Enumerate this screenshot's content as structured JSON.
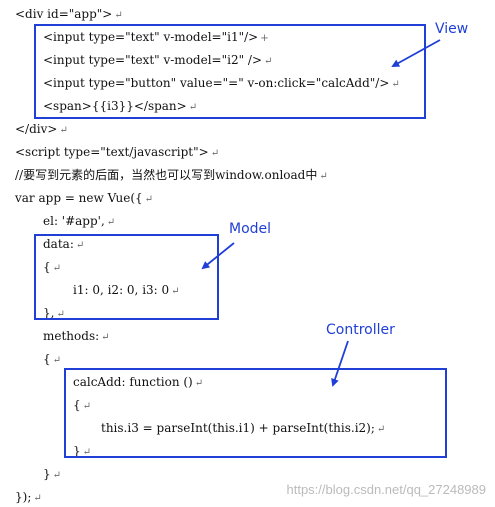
{
  "code_lines": [
    "<div id=\"app\">",
    "<input type=\"text\" v-model=\"i1\"/>",
    "<input type=\"text\" v-model=\"i2\" />",
    "<input type=\"button\" value=\"=\" v-on:click=\"calcAdd\"/>",
    "<span>{{i3}}</span>",
    "</div>",
    "<script type=\"text/javascript\">",
    "//要写到元素的后面，当然也可以写到window.onload中",
    "var app = new Vue({",
    "el: '#app',",
    "data:",
    "{",
    "i1: 0, i2: 0, i3: 0",
    "},",
    "methods:",
    "{",
    "calcAdd: function ()",
    "{",
    "this.i3 = parseInt(this.i1) + parseInt(this.i2);",
    "}",
    "}",
    "});"
  ],
  "return_mark": "↵",
  "first_line_plus": "+",
  "labels": {
    "view": "View",
    "model": "Model",
    "controller": "Controller"
  },
  "watermark": "https://blog.csdn.net/qq_27248989",
  "colors": {
    "annotation_blue": "#1f3fd6",
    "code_text": "#111111",
    "watermark": "#b4b4b4"
  }
}
